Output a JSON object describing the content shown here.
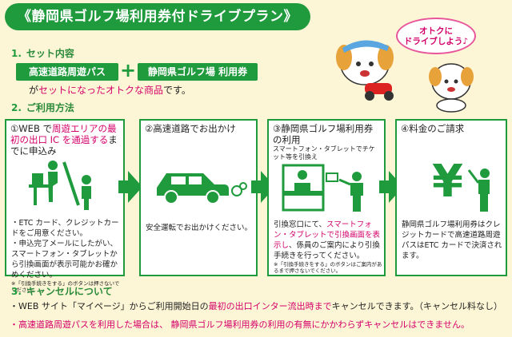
{
  "title": "《静岡県ゴルフ場利用券付ドライブプラン》",
  "section1": {
    "number": "1.",
    "label": "セット内容",
    "item_a": "高速道路周遊パス",
    "plus": "+",
    "item_b": "静岡県ゴルフ場 利用券",
    "note_pre": "が",
    "note_hl": "セットになったオトクな商品",
    "note_post": "です。"
  },
  "section2": {
    "number": "2.",
    "label": "ご利用方法",
    "steps": [
      {
        "title_pre": "①WEB で",
        "title_red": "周遊エリアの最初の出口 IC を通過する",
        "title_post": "までに申込み",
        "body1": "・ETC カード、クレジットカードをご用意ください。",
        "body2": "・申込完了メールにしたがい、スマートフォン・タブレットから引換画面が表示可能かお確かめください。",
        "tiny": "※「引換手続きをする」のボタンは押さないでください。"
      },
      {
        "title": "②高速道路でお出かけ",
        "body": "安全運転でお出かけください。"
      },
      {
        "title": "③静岡県ゴルフ場利用券の利用",
        "sub": "スマートフォン・タブレットでチケット等を引換え",
        "body_pre": "引換窓口にて、",
        "body_red": "スマートフォン・タブレットで引換画面を表示し",
        "body_post": "、係員のご案内により引換手続きを行ってください。",
        "tiny": "※「引換手続きをする」のボタンはご案内があるまで押さないでください。"
      },
      {
        "title": "④料金のご請求",
        "body": "静岡県ゴルフ場利用券はクレジットカードで高速道路周遊パスはETC カードで決済されます。",
        "yen": "¥"
      }
    ]
  },
  "section3": {
    "number": "3.",
    "label": "キャンセルについて",
    "line1_pre": "・WEB サイト「マイページ」からご利用開始日の",
    "line1_red": "最初の出口インター流出時まで",
    "line1_post": "キャンセルできます。（キャンセル料なし）",
    "line2": "・高速道路周遊パスを利用した場合は、 静岡県ゴルフ場利用券の利用の有無にかかわらずキャンセルはできません。"
  },
  "bubble": {
    "line1": "オトクに",
    "line2": "ドライブしよう♪"
  },
  "colors": {
    "green": "#1f9a3c",
    "magenta": "#d4006a",
    "background": "#fdf6d6"
  }
}
